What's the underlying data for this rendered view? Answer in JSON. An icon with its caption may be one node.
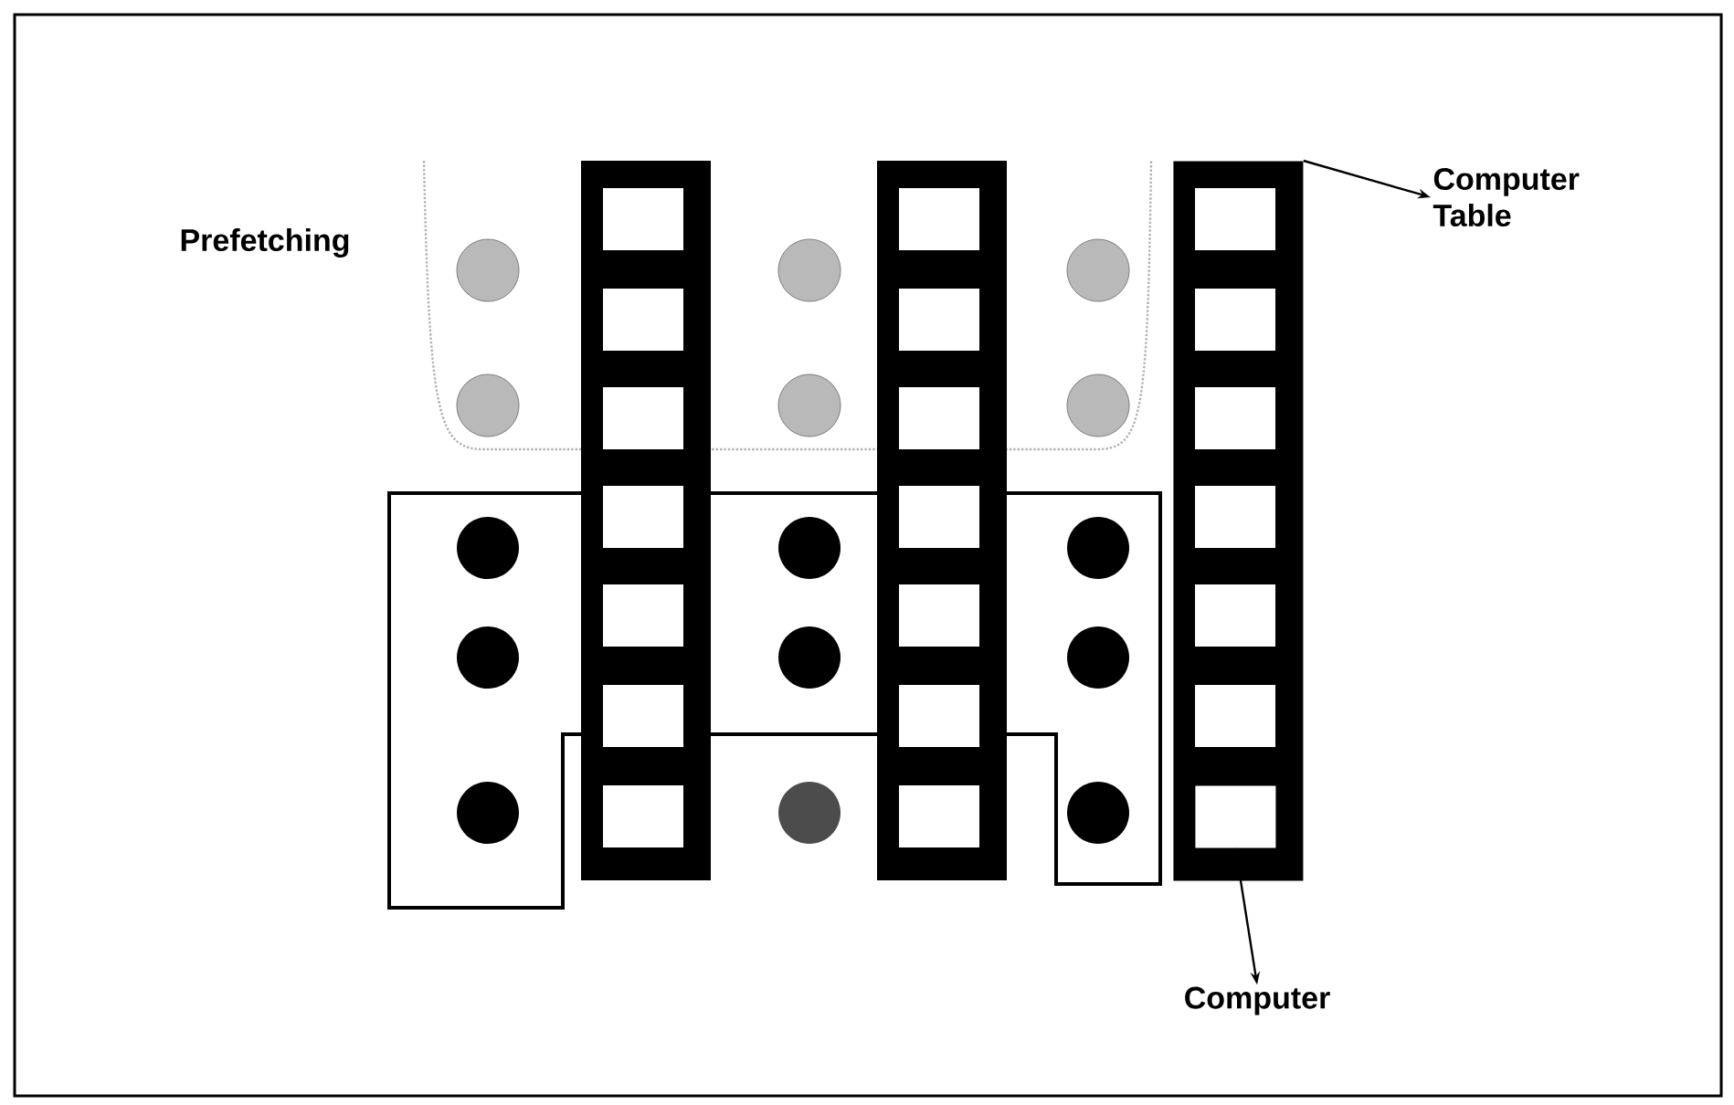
{
  "diagram": {
    "nodes": [
      {
        "text": [
          "Computer Table"
        ]
      },
      {
        "text": [],
        "shape": "bar"
      },
      {
        "text": [
          "Computer"
        ]
      },
      {
        "text": [],
        "shape": "box",
        "in": 1
      }
    ],
    "edges": [
      {
        "from": 1,
        "to": 0,
        "arrow": "to"
      },
      {
        "from": 3,
        "to": 2,
        "arrow": "to"
      }
    ],
    "labels": [
      "Prefetching"
    ]
  }
}
